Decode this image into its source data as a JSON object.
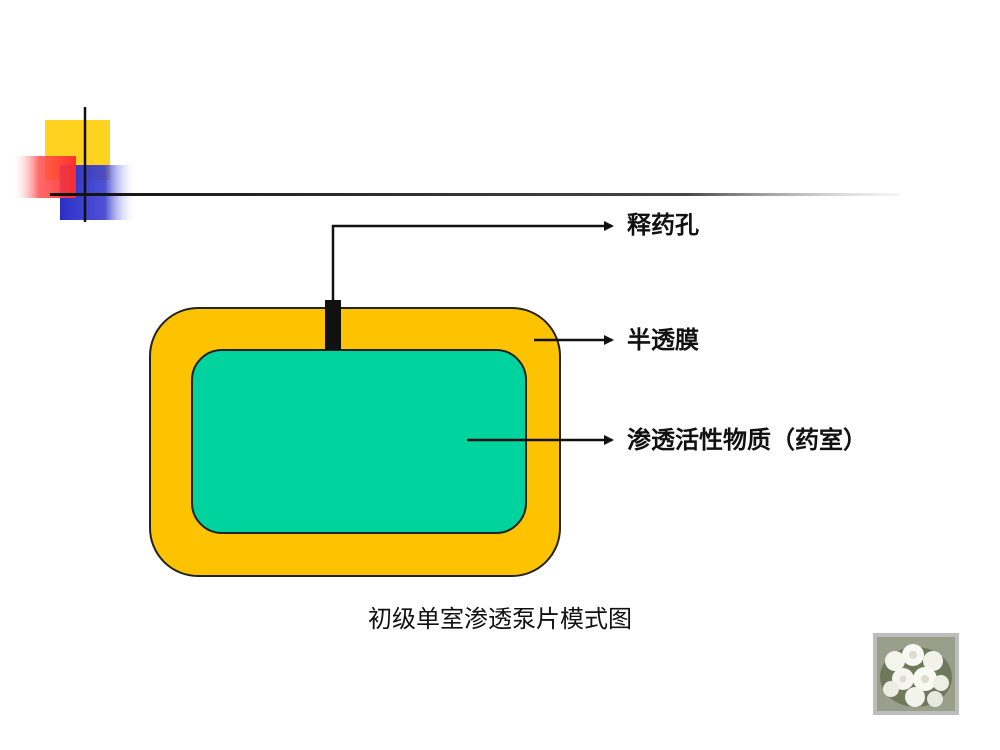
{
  "labels": {
    "release_orifice": "释药孔",
    "semipermeable_membrane": "半透膜",
    "osmotic_active_substance": "渗透活性物质（药室）"
  },
  "caption": "初级单室渗透泵片模式图",
  "colors": {
    "membrane": "#FDC300",
    "drug_chamber": "#00D39E",
    "outline": "#222222",
    "orifice": "#111111",
    "arrow": "#111111",
    "decor_yellow": "#FFD21F",
    "decor_red": "#FF3B3B",
    "decor_blue": "#2B2FC8"
  },
  "icons": {
    "thumbnail": "white-roses-photo",
    "slide_decoration": "color-squares-crosshair"
  }
}
